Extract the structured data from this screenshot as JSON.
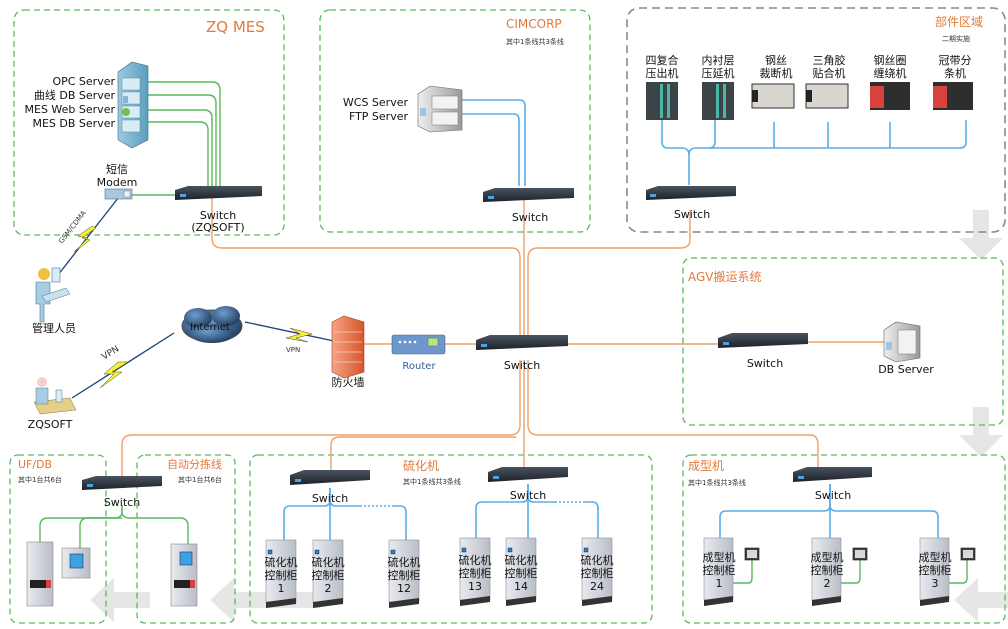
{
  "diagram": {
    "colors": {
      "accent_title": "#e07b39",
      "ethernet_backbone": "#f0a06a",
      "local_link_green": "#5cb85c",
      "device_link_blue": "#5aaee6",
      "zone_border_green": "#5cb85c",
      "zone_border_gray": "#8a8a8a",
      "flow_arrow": "#e6e6e6"
    },
    "zones": {
      "zq_mes": {
        "title": "ZQ MES"
      },
      "cimcorp": {
        "title": "CIMCORP",
        "subtitle": "其中1条线共3条线"
      },
      "parts": {
        "title": "部件区域",
        "subtitle": "二期实施"
      },
      "agv": {
        "title": "AGV搬运系统"
      },
      "ufdb": {
        "title": "UF/DB",
        "subtitle": "其中1台共6台"
      },
      "sorting": {
        "title": "自动分拣线",
        "subtitle": "其中1台共6台"
      },
      "vulcanizer": {
        "title": "硫化机",
        "subtitle": "其中1条线共3条线"
      },
      "building": {
        "title": "成型机",
        "subtitle": "其中1条线共3条线"
      }
    },
    "mes_servers": [
      "OPC Server",
      "曲线 DB Server",
      "MES Web Server",
      "MES DB Server"
    ],
    "modem": {
      "line1": "短信",
      "line2": "Modem"
    },
    "gsm_label": "GSM/CDMA",
    "switch_label": "Switch",
    "zq_switch": {
      "line1": "Switch",
      "line2": "(ZQSOFT)"
    },
    "cim_servers": [
      "WCS Server",
      "FTP Server"
    ],
    "parts_machines": [
      {
        "line1": "四复合",
        "line2": "压出机"
      },
      {
        "line1": "内衬层",
        "line2": "压延机"
      },
      {
        "line1": "钢丝",
        "line2": "裁断机"
      },
      {
        "line1": "三角胶",
        "line2": "贴合机"
      },
      {
        "line1": "钢丝圈",
        "line2": "缠绕机"
      },
      {
        "line1": "冠带分",
        "line2": "条机"
      }
    ],
    "manager": "管理人员",
    "zqsoft": "ZQSOFT",
    "internet": "Internet",
    "vpn": "VPN",
    "firewall": "防火墙",
    "router": "Router",
    "agv_db_server": "DB Server",
    "vulc_cabinets": [
      {
        "line1": "硫化机",
        "line2": "控制柜",
        "num": "1"
      },
      {
        "line1": "硫化机",
        "line2": "控制柜",
        "num": "2"
      },
      {
        "line1": "硫化机",
        "line2": "控制柜",
        "num": "12"
      },
      {
        "line1": "硫化机",
        "line2": "控制柜",
        "num": "13"
      },
      {
        "line1": "硫化机",
        "line2": "控制柜",
        "num": "14"
      },
      {
        "line1": "硫化机",
        "line2": "控制柜",
        "num": "24"
      }
    ],
    "build_cabinets": [
      {
        "line1": "成型机",
        "line2": "控制柜",
        "num": "1"
      },
      {
        "line1": "成型机",
        "line2": "控制柜",
        "num": "2"
      },
      {
        "line1": "成型机",
        "line2": "控制柜",
        "num": "3"
      }
    ]
  }
}
